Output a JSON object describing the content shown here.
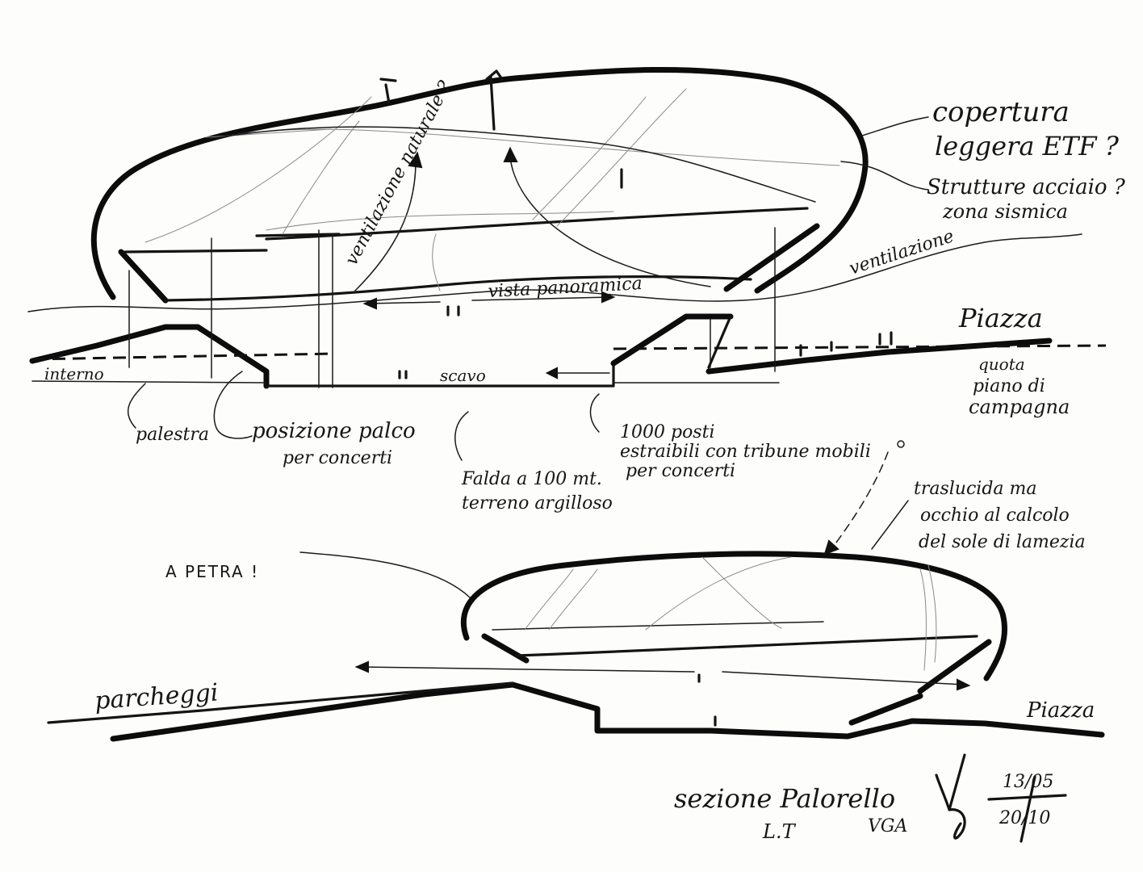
{
  "labels": {
    "copertura_1": "copertura",
    "copertura_2": "leggera ETF ?",
    "strutture_1": "Strutture acciaio ?",
    "strutture_2": "zona sismica",
    "ventilazione_right": "ventilazione",
    "ventilazione_diag": "ventilazione naturale ?",
    "vista": "vista panoramica",
    "piazza_top": "Piazza",
    "quota_1": "quota",
    "quota_2": "piano di",
    "quota_3": "campagna",
    "interno": "interno",
    "scavo": "scavo",
    "palestra": "palestra",
    "posizione_1": "posizione palco",
    "posizione_2": "per concerti",
    "posti_1": "1000 posti",
    "posti_2": "estraibili con tribune mobili",
    "posti_3": "per concerti",
    "falda_1": "Falda a 100 mt.",
    "falda_2": "terreno argilloso",
    "traslucida_1": "traslucida ma",
    "traslucida_2": "occhio al calcolo",
    "traslucida_3": "del sole di lamezia",
    "a_petra": "A PETRA !",
    "parcheggi": "parcheggi",
    "piazza_bottom": "Piazza",
    "sezione": "sezione Palorello",
    "lt": "L.T",
    "vga": "VGA",
    "date_top": "13/05",
    "date_bottom": "20/10"
  },
  "colors": {
    "ink": "#111111",
    "paper": "#fdfdfb",
    "pencil": "#8a8a8a"
  }
}
